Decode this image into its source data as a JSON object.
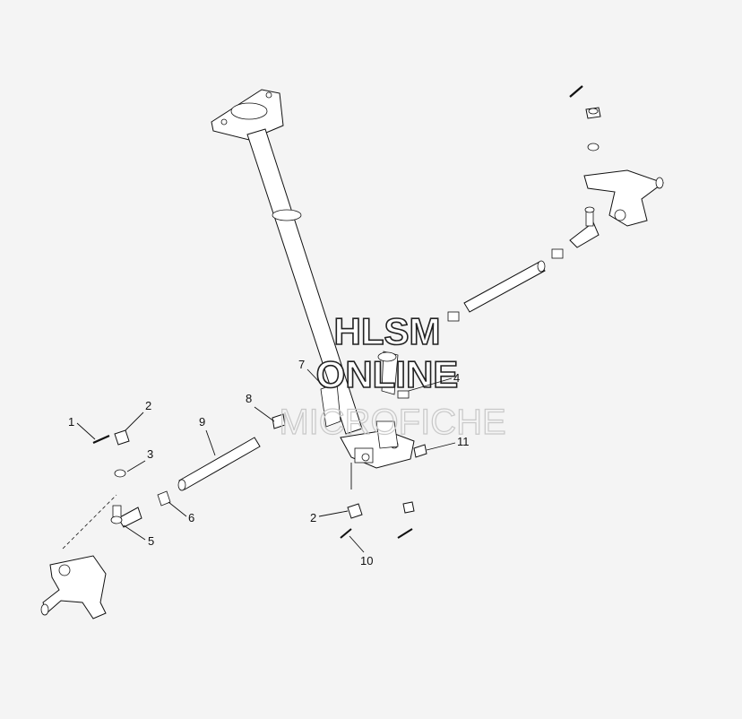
{
  "watermark": {
    "line1": "HLSM",
    "line2": "ONLINE",
    "line3": "MICROFICHE"
  },
  "callouts": [
    "1",
    "2",
    "3",
    "9",
    "8",
    "7",
    "4",
    "11",
    "5",
    "6",
    "2",
    "10"
  ],
  "colors": {
    "background": "#f4f4f4",
    "ink": "#111111",
    "watermark_light": "#c8c8c8"
  }
}
